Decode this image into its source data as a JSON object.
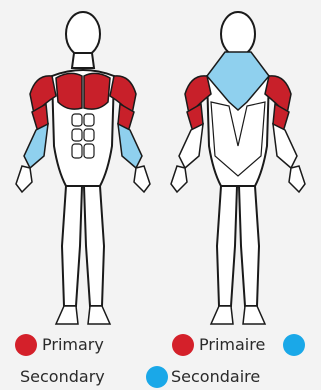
{
  "legend": {
    "primary_en": "Primary",
    "primary_fr": "Primaire",
    "secondary_en": "Secondary",
    "secondary_fr": "Secondaire"
  },
  "colors": {
    "primary": "#c8202a",
    "secondary": "#8fd0ee",
    "primary_dot": "#d4202a",
    "secondary_dot": "#1aa8e8",
    "body_fill": "#ffffff",
    "outline": "#1a1a1a",
    "background": "#f3f3f3"
  },
  "highlights": {
    "front_view": {
      "primary": [
        "shoulders",
        "chest",
        "biceps"
      ],
      "secondary": [
        "forearms"
      ]
    },
    "back_view": {
      "primary": [
        "shoulders",
        "triceps"
      ],
      "secondary": [
        "trapezius"
      ]
    }
  }
}
